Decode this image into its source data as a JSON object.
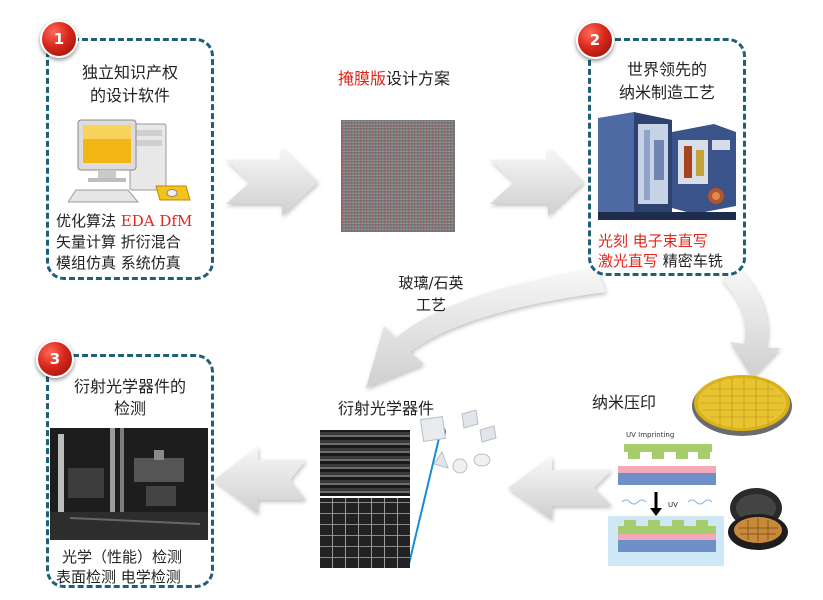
{
  "box1": {
    "badge": "1",
    "title_line1": "独立知识产权",
    "title_line2": "的设计软件",
    "row1_a": "优化算法",
    "row1_b": "EDA DfM",
    "row2": "矢量计算 折衍混合",
    "row3": "模组仿真 系统仿真"
  },
  "mask": {
    "title_red": "掩膜版",
    "title_rest": "设计方案"
  },
  "box2": {
    "badge": "2",
    "title_line1": "世界领先的",
    "title_line2": "纳米制造工艺",
    "row1": "光刻 电子束直写",
    "row2_red": "激光直写",
    "row2_rest": "精密车铣"
  },
  "glass": {
    "line1": "玻璃/石英",
    "line2": "工艺"
  },
  "nano_imprint": {
    "label": "纳米压印",
    "uv_title": "UV Imprinting",
    "uv_label": "UV"
  },
  "doe": {
    "label": "衍射光学器件"
  },
  "box3": {
    "badge": "3",
    "title_line1": "衍射光学器件的",
    "title_line2": "检测",
    "row1": "光学（性能）检测",
    "row2": "表面检测 电学检测"
  },
  "colors": {
    "box_border": "#1f5f78",
    "badge": "#d8281c",
    "accent_red": "#e0261b",
    "arrow": "#e2e2e2"
  }
}
